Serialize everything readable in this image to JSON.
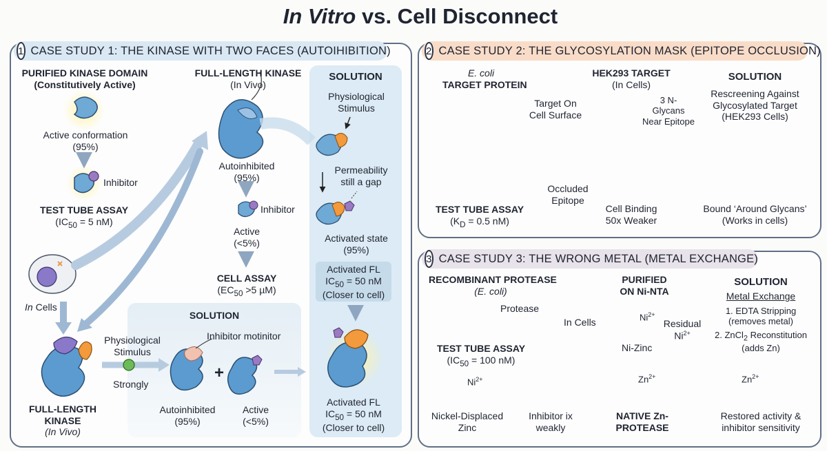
{
  "title": {
    "italic": "In Vitro",
    "rest": " vs. Cell Disconnect"
  },
  "case1": {
    "num": "1",
    "header": "CASE STUDY 1: THE KINASE WITH TWO FACES (AUTOIHIBITION)",
    "purified_title": "PURIFIED KINASE DOMAIN",
    "purified_sub": "(Constitutively Active)",
    "active_conf": "Active conformation",
    "active_conf_pct": "(95%)",
    "inhibitor1": "Inhibitor",
    "test_tube": "TEST TUBE ASSAY",
    "ic50_label": "(IC",
    "ic50_sub": "50",
    "ic50_val": " = 5 nM)",
    "fl_title": "FULL-LENGTH KINASE",
    "fl_sub": "(In Vivo)",
    "autoinhib": "Autoinhibited",
    "autoinhib_pct": "(95%)",
    "inhibitor2": "Inhibitor",
    "active": "Active",
    "active_pct": "(<5%)",
    "cell_assay": "CELL ASSAY",
    "ec50_label": "(EC",
    "ec50_sub": "50",
    "ec50_val": " >5 µM)",
    "in_cells": "In",
    "in_cells_rest": " Cells",
    "fl_kinase_bottom1": "FULL-LENGTH",
    "fl_kinase_bottom2": "KINASE",
    "fl_kinase_bottom3": "(In Vivo)",
    "phys_stim": "Physiological",
    "phys_stim2": "Stimulus",
    "strongly": "Strongly",
    "solution_mid": "SOLUTION",
    "inhib_motinitor": "Inhibitor motinitor",
    "autoinhib2": "Autoinhibited",
    "autoinhib2_pct": "(95%)",
    "plus": "+",
    "active2": "Active",
    "active2_pct": "(<5%)",
    "solution_right": "SOLUTION",
    "phys_stim_r1": "Physiological",
    "phys_stim_r2": "Stimulus",
    "perm1": "Permeability",
    "perm2": "still a gap",
    "activated_state": "Activated state",
    "activated_state_pct": "(95%)",
    "actfl1_a": "Activated FL",
    "actfl1_b_pre": "IC",
    "actfl1_b_sub": "50",
    "actfl1_b_post": " = 50 nM",
    "actfl1_c": "(Closer to cell)",
    "actfl2_a": "Activated FL",
    "actfl2_b_pre": "IC",
    "actfl2_b_sub": "50",
    "actfl2_b_post": " = 50 nM",
    "actfl2_c": "(Closer to cell)"
  },
  "case2": {
    "num": "2",
    "header": "CASE STUDY 2: THE GLYCOSYLATION MASK (EPITOPE OCCLUSION)",
    "ecoli_italic": "E. coli",
    "ecoli_target": "TARGET PROTEIN",
    "hek_title": "HEK293 TARGET",
    "hek_sub": "(In Cells)",
    "target_surface1": "Target On",
    "target_surface2": "Cell Surface",
    "glycans1": "3 N-",
    "glycans2": "Glycans",
    "glycans3": "Near Epitope",
    "occluded1": "Occluded",
    "occluded2": "Epitope",
    "test_tube": "TEST TUBE ASSAY",
    "kd_pre": "(K",
    "kd_sub": "D",
    "kd_post": " = 0.5 nM)",
    "cell_binding1": "Cell Binding",
    "cell_binding2": "50x Weaker",
    "solution": "SOLUTION",
    "sol1": "Rescreening Against",
    "sol2": "Glycosylated Target",
    "sol3": "(HEK293 Cells)",
    "bound1": "Bound ‘Around Glycans’",
    "bound2": "(Works in cells)"
  },
  "case3": {
    "num": "3",
    "header": "CASE STUDY 3: THE WRONG METAL (METAL EXCHANGE)",
    "recomb1": "RECOMBINANT PROTEASE",
    "recomb2": "(E. coli)",
    "protease": "Protease",
    "in_cells": "In Cells",
    "purified1": "PURIFIED",
    "purified2": "ON Ni-NTA",
    "ni_label": "Ni",
    "ni_sup": "2+",
    "ni_zinc": "Ni-Zinc",
    "residual1": "Residual",
    "residual2": "Ni",
    "residual_sup": "2+",
    "test_tube": "TEST TUBE ASSAY",
    "ic50_pre": "(IC",
    "ic50_sub": "50",
    "ic50_post": " = 100 nM)",
    "nickel1": "Nickel-Displaced",
    "nickel2": "Zinc",
    "inhib_ix1": "Inhibitor ix",
    "inhib_ix2": "weakly",
    "zn_label": "Zn",
    "zn_sup": "2+",
    "native1": "NATIVE Zn-",
    "native2": "PROTEASE",
    "solution": "SOLUTION",
    "metal_exchange": "Metal Exchange",
    "step1a": "1. EDTA Stripping",
    "step1b": "(removes metal)",
    "step2a_pre": "2. ZnCl",
    "step2a_sub": "2",
    "step2a_post": " Reconstitution",
    "step2b": "(adds Zn)",
    "restored1": "Restored activity &",
    "restored2": "inhibitor sensitivity"
  },
  "colors": {
    "blue_panel": "#dcebf5",
    "orange_panel": "#f9dcc8",
    "purple_panel": "#e8e2ea",
    "green_solution": "#dcefd8",
    "protein_blue": "#5b9bd0",
    "accent_orange": "#f29a3c",
    "inhibitor_purple": "#9b7ac4"
  }
}
